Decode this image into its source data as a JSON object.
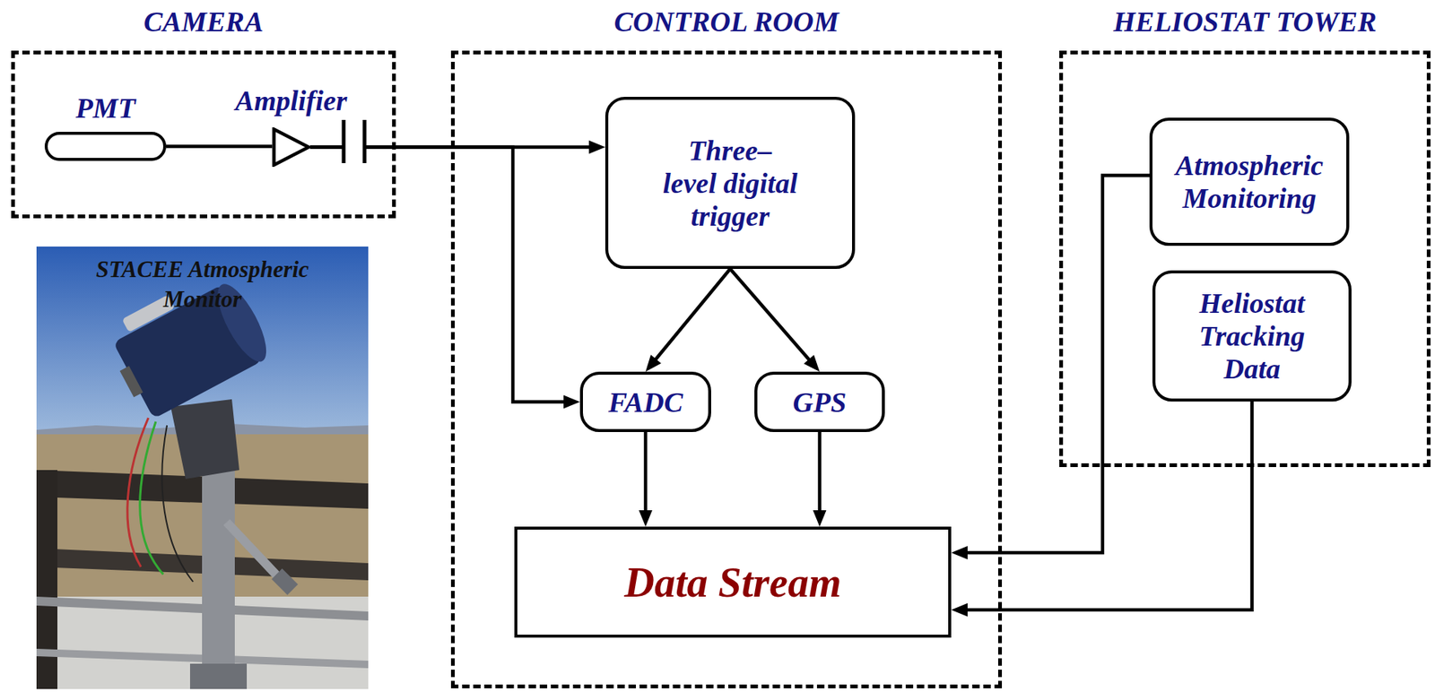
{
  "diagram": {
    "nodes": [
      {
        "text": [
          "CAMERA"
        ]
      },
      {
        "text": [
          "PMT"
        ],
        "in": 0
      },
      {
        "text": [
          "Amplifier"
        ],
        "in": 0
      },
      {
        "text": [
          "CONTROL ROOM"
        ]
      },
      {
        "text": [
          "Three– level digital trigger"
        ],
        "in": 3
      },
      {
        "text": [
          "FADC"
        ],
        "in": 3
      },
      {
        "text": [
          "GPS"
        ],
        "in": 3
      },
      {
        "text": [
          "Data Stream"
        ],
        "in": 3
      },
      {
        "text": [
          "HELIOSTAT TOWER"
        ]
      },
      {
        "text": [
          "Atmospheric Monitoring"
        ],
        "in": 8
      },
      {
        "text": [
          "Heliostat Tracking Data"
        ],
        "in": 8
      }
    ],
    "edges": [
      {
        "from": 1,
        "to": 2,
        "arrow": "none"
      },
      {
        "from": 2,
        "to": 4,
        "arrow": "to"
      },
      {
        "from": 2,
        "to": 5,
        "arrow": "to"
      },
      {
        "from": 4,
        "to": 5,
        "arrow": "to"
      },
      {
        "from": 4,
        "to": 6,
        "arrow": "to"
      },
      {
        "from": 5,
        "to": 7,
        "arrow": "to"
      },
      {
        "from": 6,
        "to": 7,
        "arrow": "to"
      },
      {
        "from": 9,
        "to": 7,
        "arrow": "to"
      },
      {
        "from": 10,
        "to": 7,
        "arrow": "to"
      }
    ],
    "labels": [
      "STACEE Atmospheric Monitor"
    ]
  }
}
